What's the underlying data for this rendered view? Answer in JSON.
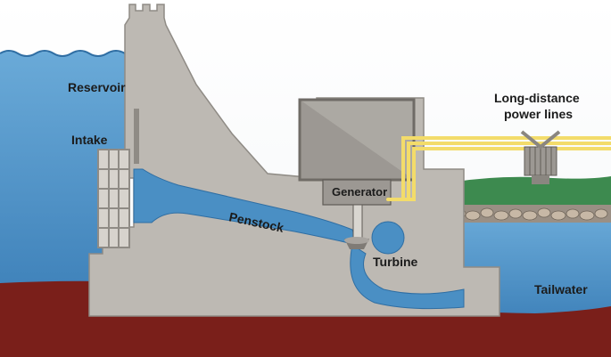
{
  "labels": {
    "reservoir": "Reservoir",
    "intake": "Intake",
    "penstock": "Penstock",
    "generator": "Generator",
    "turbine": "Turbine",
    "power_lines_line1": "Long-distance",
    "power_lines_line2": "power lines",
    "tailwater": "Tailwater"
  },
  "colors": {
    "water": "#4a8fc4",
    "water_light": "#6aaad8",
    "concrete": "#bdb9b3",
    "concrete_dark": "#8f8b85",
    "ground": "#7a1f1a",
    "grass": "#3d8a4f",
    "power_line": "#f3dc6a",
    "generator_room": "#9c9893"
  }
}
